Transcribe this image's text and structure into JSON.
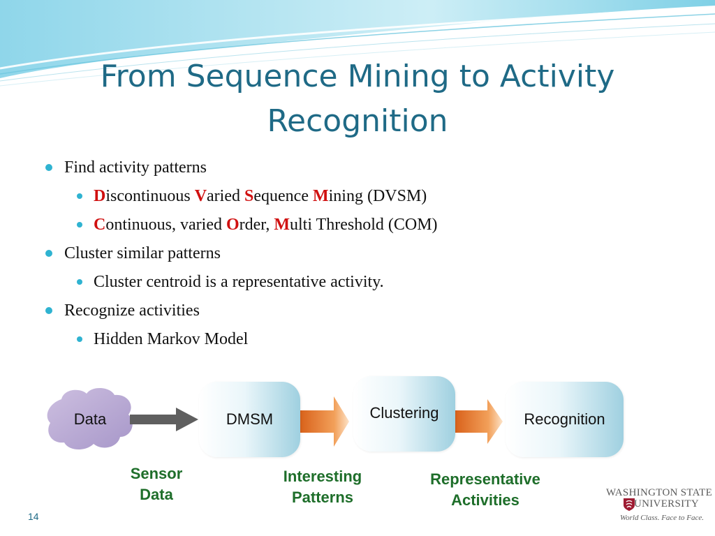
{
  "slide": {
    "title_line1": "From Sequence Mining to Activity",
    "title_line2": "Recognition",
    "page_number": "14"
  },
  "bullets": [
    {
      "text": "Find activity patterns"
    },
    {
      "parts": [
        {
          "red": "D",
          "rest": "iscontinuous "
        },
        {
          "red": "V",
          "rest": "aried "
        },
        {
          "red": "S",
          "rest": "equence "
        },
        {
          "red": "M",
          "rest": "ining (DVSM)"
        }
      ]
    },
    {
      "parts": [
        {
          "red": "C",
          "rest": "ontinuous, varied "
        },
        {
          "red": "O",
          "rest": "rder, "
        },
        {
          "red": "M",
          "rest": "ulti Threshold (COM)"
        }
      ]
    },
    {
      "text": "Cluster similar patterns"
    },
    {
      "text": "Cluster centroid is a representative activity."
    },
    {
      "text": "Recognize activities"
    },
    {
      "text": "Hidden Markov Model"
    }
  ],
  "diagram": {
    "data_node": "Data",
    "dmsm_node": "DMSM",
    "clustering_node": "Clustering",
    "recognition_node": "Recognition",
    "label_sensor_1": "Sensor",
    "label_sensor_2": "Data",
    "label_patterns_1": "Interesting",
    "label_patterns_2": "Patterns",
    "label_activities_1": "Representative",
    "label_activities_2": "Activities",
    "label_color": "#1e6e2a",
    "arrow_color": "#e07a20"
  },
  "logo": {
    "line1": "WASHINGTON STATE",
    "line2": "UNIVERSITY",
    "tagline": "World Class. Face to Face."
  }
}
